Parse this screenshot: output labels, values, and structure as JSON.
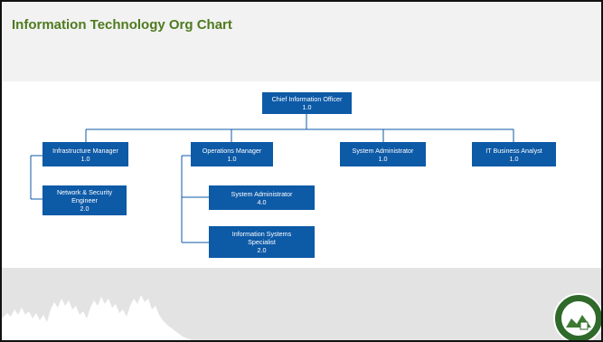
{
  "slide": {
    "title": "Information Technology Org Chart"
  },
  "org": {
    "cio": {
      "title": "Chief Information Officer",
      "fte": "1.0"
    },
    "infra": {
      "title": "Infrastructure Manager",
      "fte": "1.0"
    },
    "netsec": {
      "title_line1": "Network & Security",
      "title_line2": "Engineer",
      "fte": "2.0"
    },
    "ops": {
      "title": "Operations Manager",
      "fte": "1.0"
    },
    "sysadmin4": {
      "title": "System Administrator",
      "fte": "4.0"
    },
    "iss": {
      "title_line1": "Information Systems",
      "title_line2": "Specialist",
      "fte": "2.0"
    },
    "sysadmin1": {
      "title": "System Administrator",
      "fte": "1.0"
    },
    "itba": {
      "title": "IT Business Analyst",
      "fte": "1.0"
    }
  },
  "colors": {
    "box": "#0d5aa7",
    "connector": "#0d5aa7",
    "title": "#4f7a1f",
    "band": "#f2f2f2",
    "footer": "#e3e3e3"
  },
  "decor": {
    "footer_trees": "tree-silhouette-icon",
    "seal": "city-seal-icon"
  }
}
